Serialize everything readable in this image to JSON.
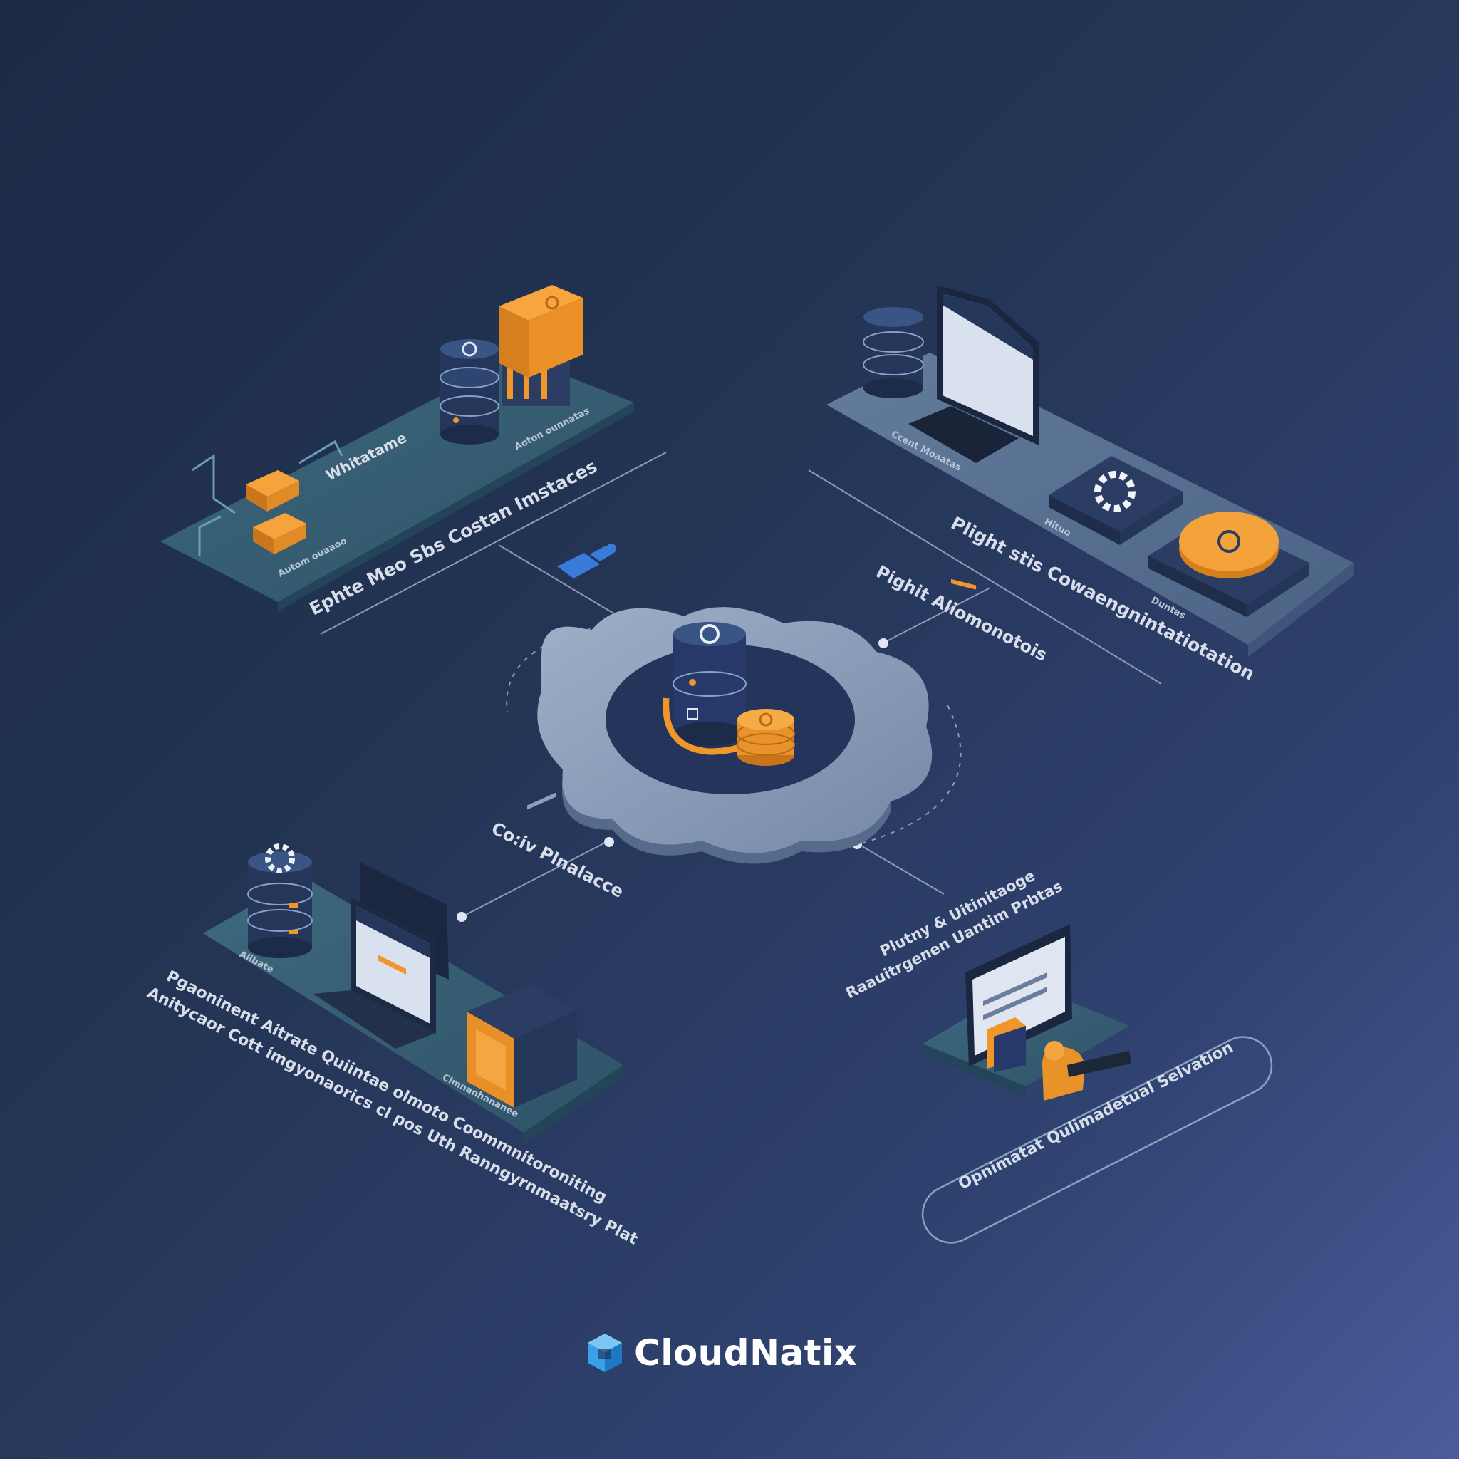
{
  "brand": {
    "name": "CloudNatix"
  },
  "colors": {
    "accent_orange": "#f0962a",
    "navy": "#2b3d63",
    "teal_panel": "#3a6478",
    "slate_panel": "#5b7391",
    "logo_blue": "#3aa0e8"
  },
  "modules": {
    "top_left": {
      "title": "Ephte Meo Sbs Costan Imstaces",
      "tag": "Whitatame",
      "caption_a": "Aoton ounnatas",
      "caption_b": "Autom ouaaoo"
    },
    "top_right": {
      "title": "Plight stis Cowaengnintatiotation",
      "caption_a": "Ccent Moaatas",
      "caption_b": "Hituo",
      "caption_c": "Duntas"
    },
    "center": {
      "label_upper": "Pighit Aliomonotois",
      "label_lower": "Co:iv Plnalacce"
    },
    "bottom_left": {
      "line1": "Pgaoninent Aitrate Quiintae olmoto Coommnitoroniting",
      "line2": "Anitycaor Cott imgyonaorics cl pos Uth Ranngyrnmaatsry Plat",
      "caption_a": "Alibate",
      "caption_b": "Clmnanhananee"
    },
    "bottom_right": {
      "line1": "Plutny & Uitinitaoge",
      "line2": "Raauitrgenen Uantim Prbtas",
      "pill": "Opnimatat Qulimadetual Selvation"
    }
  }
}
